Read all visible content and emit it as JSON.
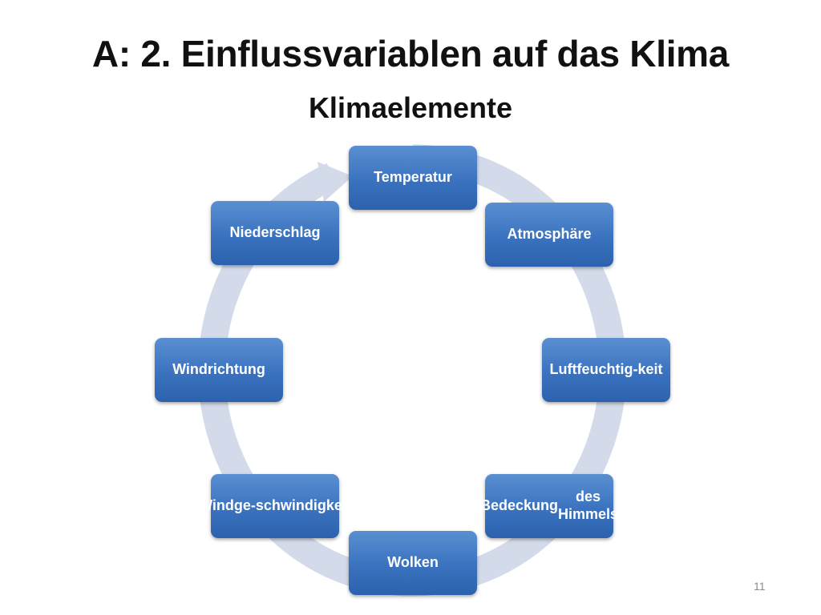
{
  "slide": {
    "title": "A: 2. Einflussvariablen auf das Klima",
    "subtitle": "Klimaelemente",
    "page_number": "11"
  },
  "cycle": {
    "nodes": [
      {
        "label": "Temperatur"
      },
      {
        "label": "Atmosphäre"
      },
      {
        "label": "Luftfeuchtig-",
        "label2": "keit"
      },
      {
        "label": "Bedeckung",
        "label2": "des Himmels"
      },
      {
        "label": "Wolken"
      },
      {
        "label": "Windge-",
        "label2": "schwindigkeit"
      },
      {
        "label": "Windrichtung"
      },
      {
        "label": "Niederschlag"
      }
    ],
    "colors": {
      "node_fill": "#3a72bf",
      "ring": "#d3dbea",
      "text": "#ffffff"
    }
  }
}
